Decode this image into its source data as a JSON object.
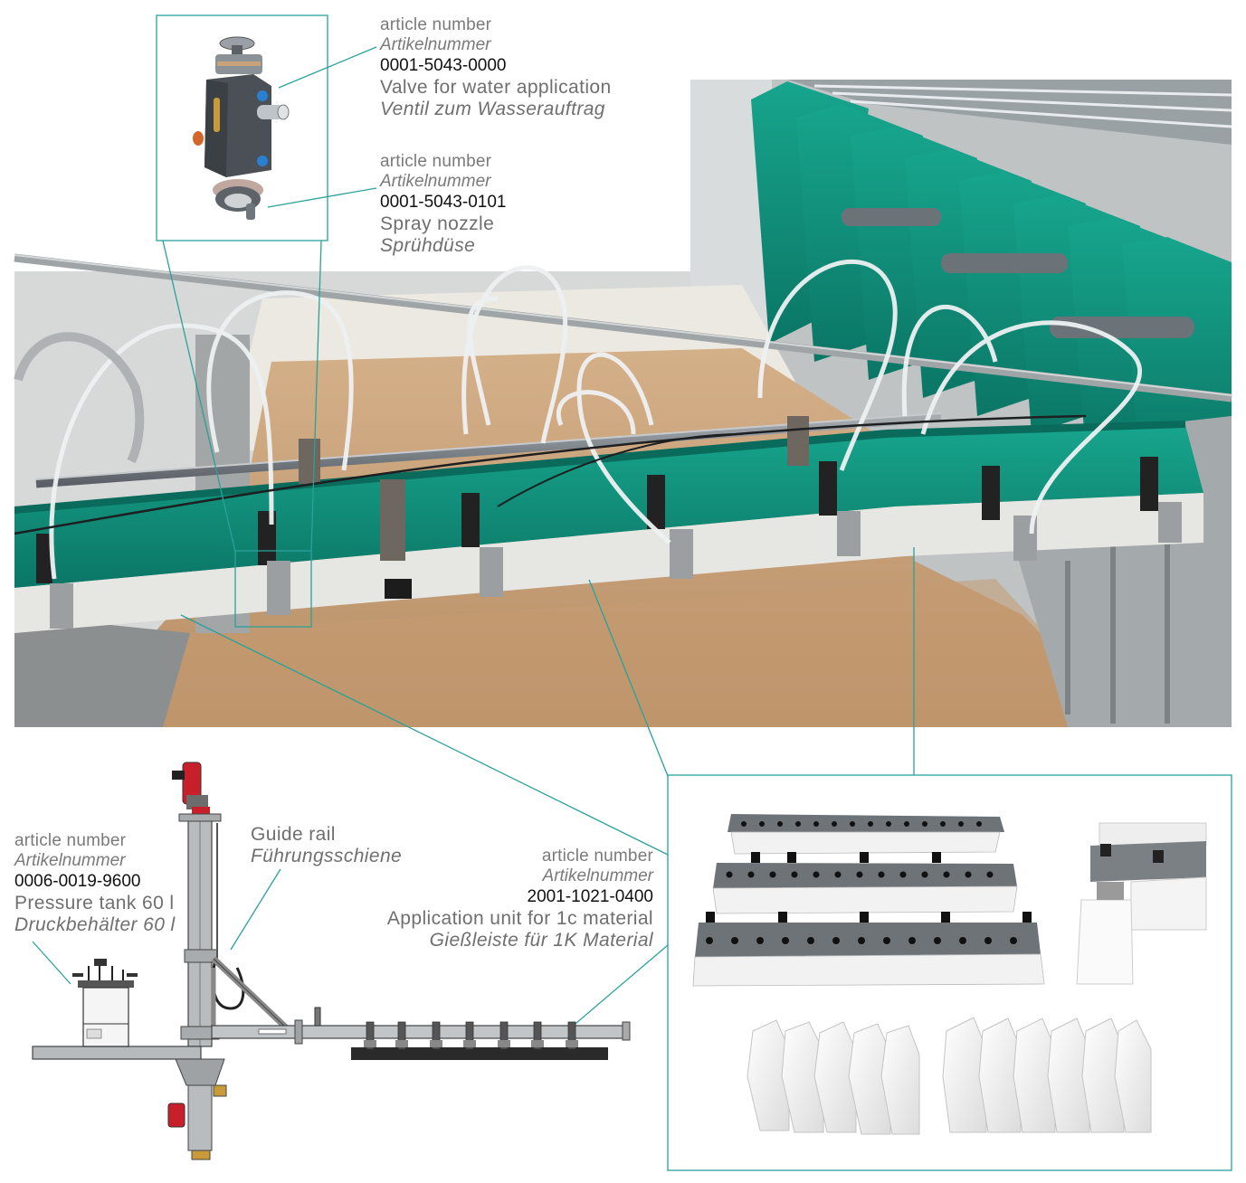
{
  "colors": {
    "accent_teal": "#14a08a",
    "callout_line": "#2aa19a",
    "machine_green": "#0f8f7b",
    "board_tan": "#c9a27a",
    "steel": "#8e9499"
  },
  "labels": {
    "valve": {
      "article_en": "article number",
      "article_de": "Artikelnummer",
      "number": "0001-5043-0000",
      "desc_en": "Valve for water application",
      "desc_de": "Ventil zum Wasserauftrag"
    },
    "nozzle": {
      "article_en": "article number",
      "article_de": "Artikelnummer",
      "number": "0001-5043-0101",
      "desc_en": "Spray nozzle",
      "desc_de": "Sprühdüse"
    },
    "tank": {
      "article_en": "article number",
      "article_de": "Artikelnummer",
      "number": "0006-0019-9600",
      "desc_en": "Pressure tank 60 l",
      "desc_de": "Druckbehälter 60 l"
    },
    "guide_rail": {
      "desc_en": "Guide rail",
      "desc_de": "Führungsschiene"
    },
    "application_unit": {
      "article_en": "article number",
      "article_de": "Artikelnummer",
      "number": "2001-1021-0400",
      "desc_en": "Application unit for 1c material",
      "desc_de": "Gießleiste für 1K Material"
    }
  },
  "icons": [
    "valve-icon",
    "nozzle-icon",
    "pressure-tank-icon",
    "motor-icon"
  ]
}
